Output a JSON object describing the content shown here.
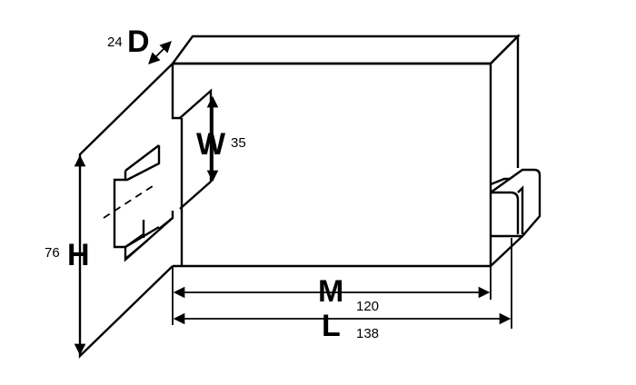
{
  "dimensions": {
    "depth": {
      "letter": "D",
      "value": "24"
    },
    "width": {
      "letter": "W",
      "value": "35"
    },
    "height": {
      "letter": "H",
      "value": "76"
    },
    "mount_length": {
      "letter": "M",
      "value": "120"
    },
    "length": {
      "letter": "L",
      "value": "138"
    }
  }
}
